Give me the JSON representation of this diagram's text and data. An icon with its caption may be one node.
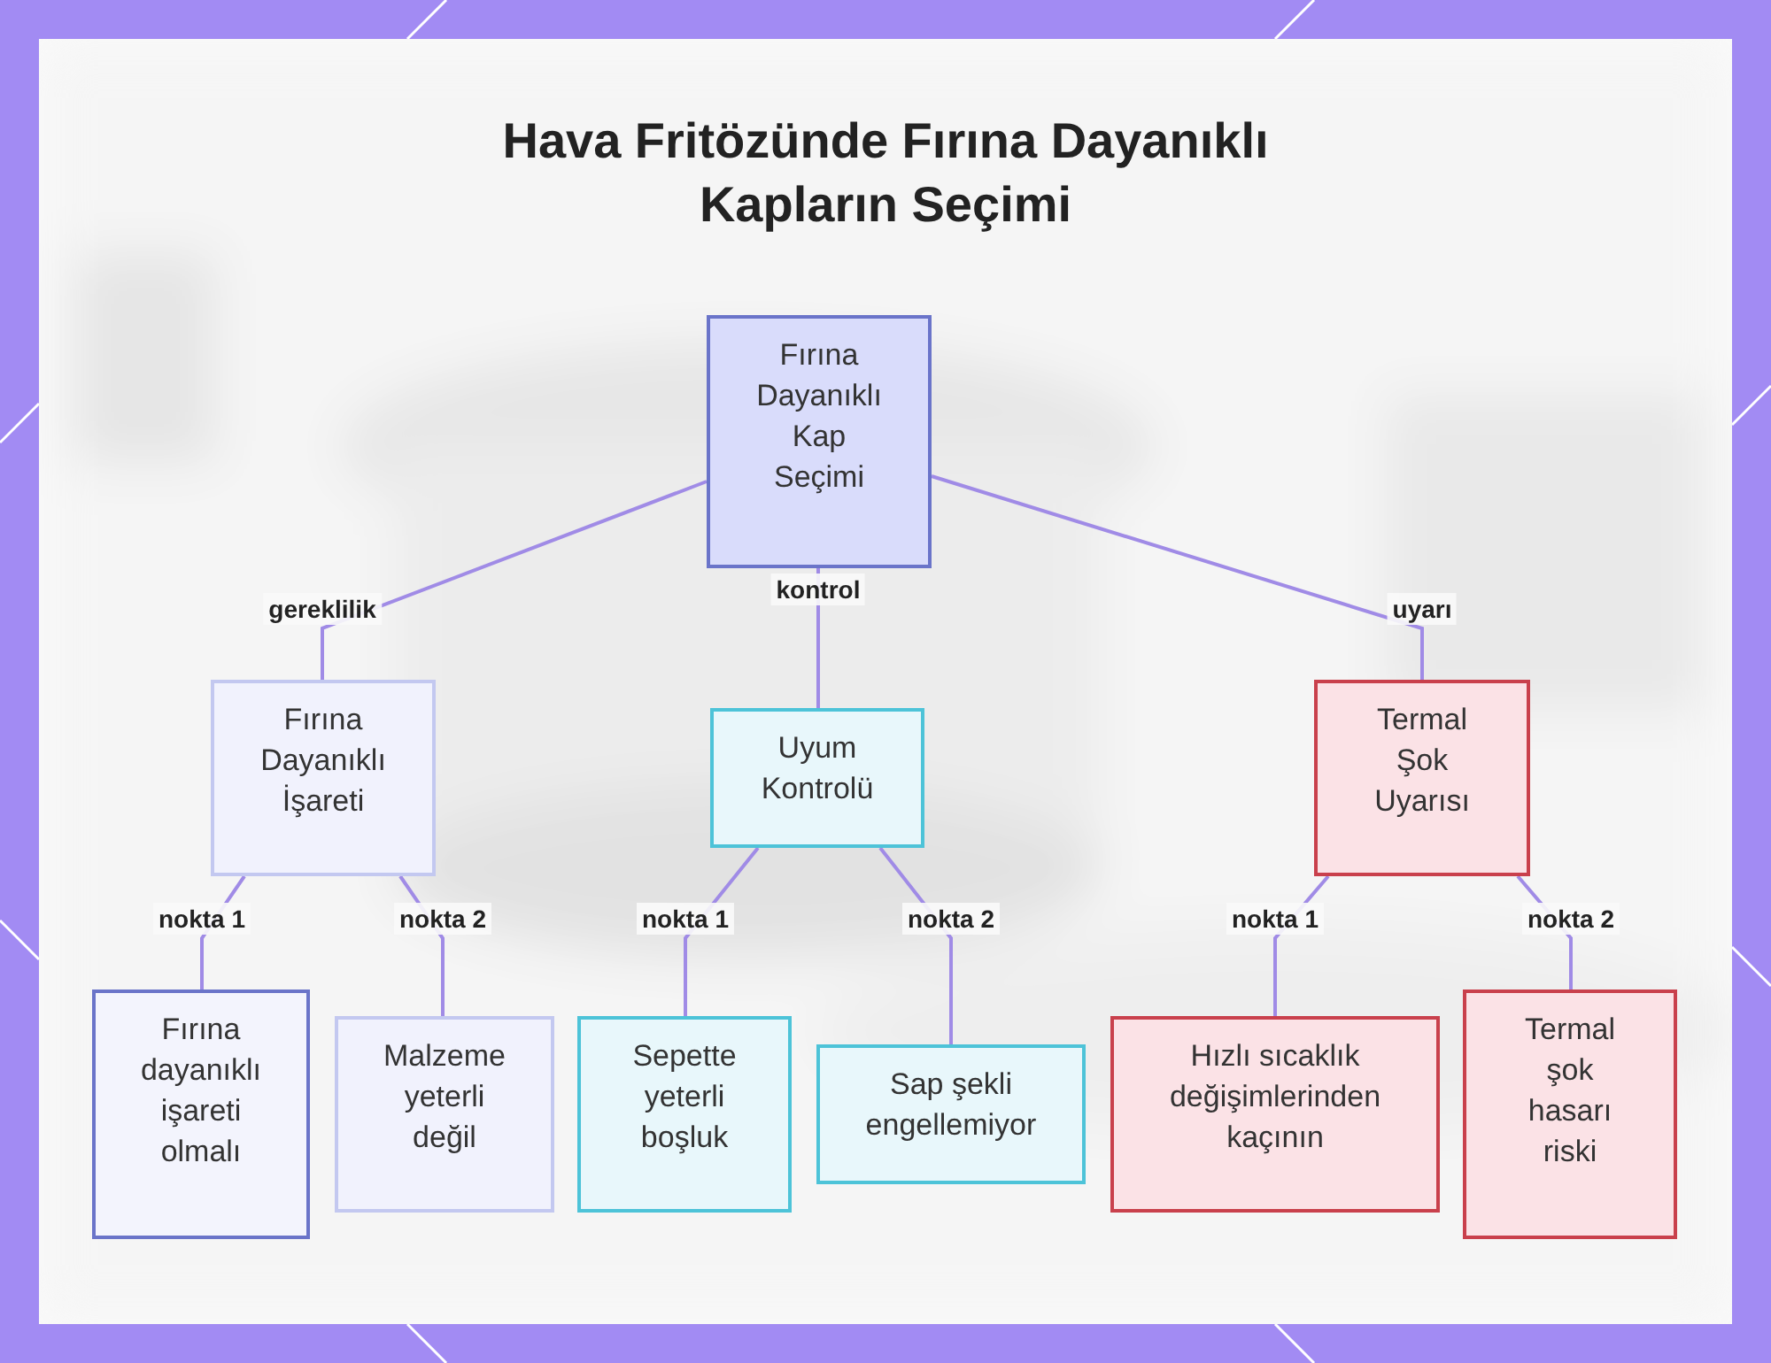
{
  "diagram": {
    "title": "Hava Fritözünde Fırına Dayanıklı Kapların Seçimi",
    "nodes": [
      {
        "text": [
          "Fırına Dayanıklı Kap Seçimi"
        ]
      },
      {
        "text": [
          "Fırına Dayanıklı İşareti"
        ]
      },
      {
        "text": [
          "Uyum Kontrolü"
        ]
      },
      {
        "text": [
          "Termal Şok Uyarısı"
        ]
      },
      {
        "text": [
          "Fırına dayanıklı işareti olmalı"
        ]
      },
      {
        "text": [
          "Malzeme yeterli değil"
        ]
      },
      {
        "text": [
          "Sepette yeterli boşluk"
        ]
      },
      {
        "text": [
          "Sap şekli engellemiyor"
        ]
      },
      {
        "text": [
          "Hızlı sıcaklık değişimlerinden kaçının"
        ]
      },
      {
        "text": [
          "Termal şok hasarı riski"
        ]
      }
    ],
    "edges": [
      {
        "from": 0,
        "to": 1,
        "arrow": "none",
        "label": "gereklilik"
      },
      {
        "from": 0,
        "to": 2,
        "arrow": "none",
        "label": "kontrol"
      },
      {
        "from": 0,
        "to": 3,
        "arrow": "none",
        "label": "uyarı"
      },
      {
        "from": 1,
        "to": 4,
        "arrow": "none",
        "label": "nokta 1"
      },
      {
        "from": 1,
        "to": 5,
        "arrow": "none",
        "label": "nokta 2"
      },
      {
        "from": 2,
        "to": 6,
        "arrow": "none",
        "label": "nokta 1"
      },
      {
        "from": 2,
        "to": 7,
        "arrow": "none",
        "label": "nokta 2"
      },
      {
        "from": 3,
        "to": 8,
        "arrow": "none",
        "label": "nokta 1"
      },
      {
        "from": 3,
        "to": 9,
        "arrow": "none",
        "label": "nokta 2"
      }
    ]
  }
}
